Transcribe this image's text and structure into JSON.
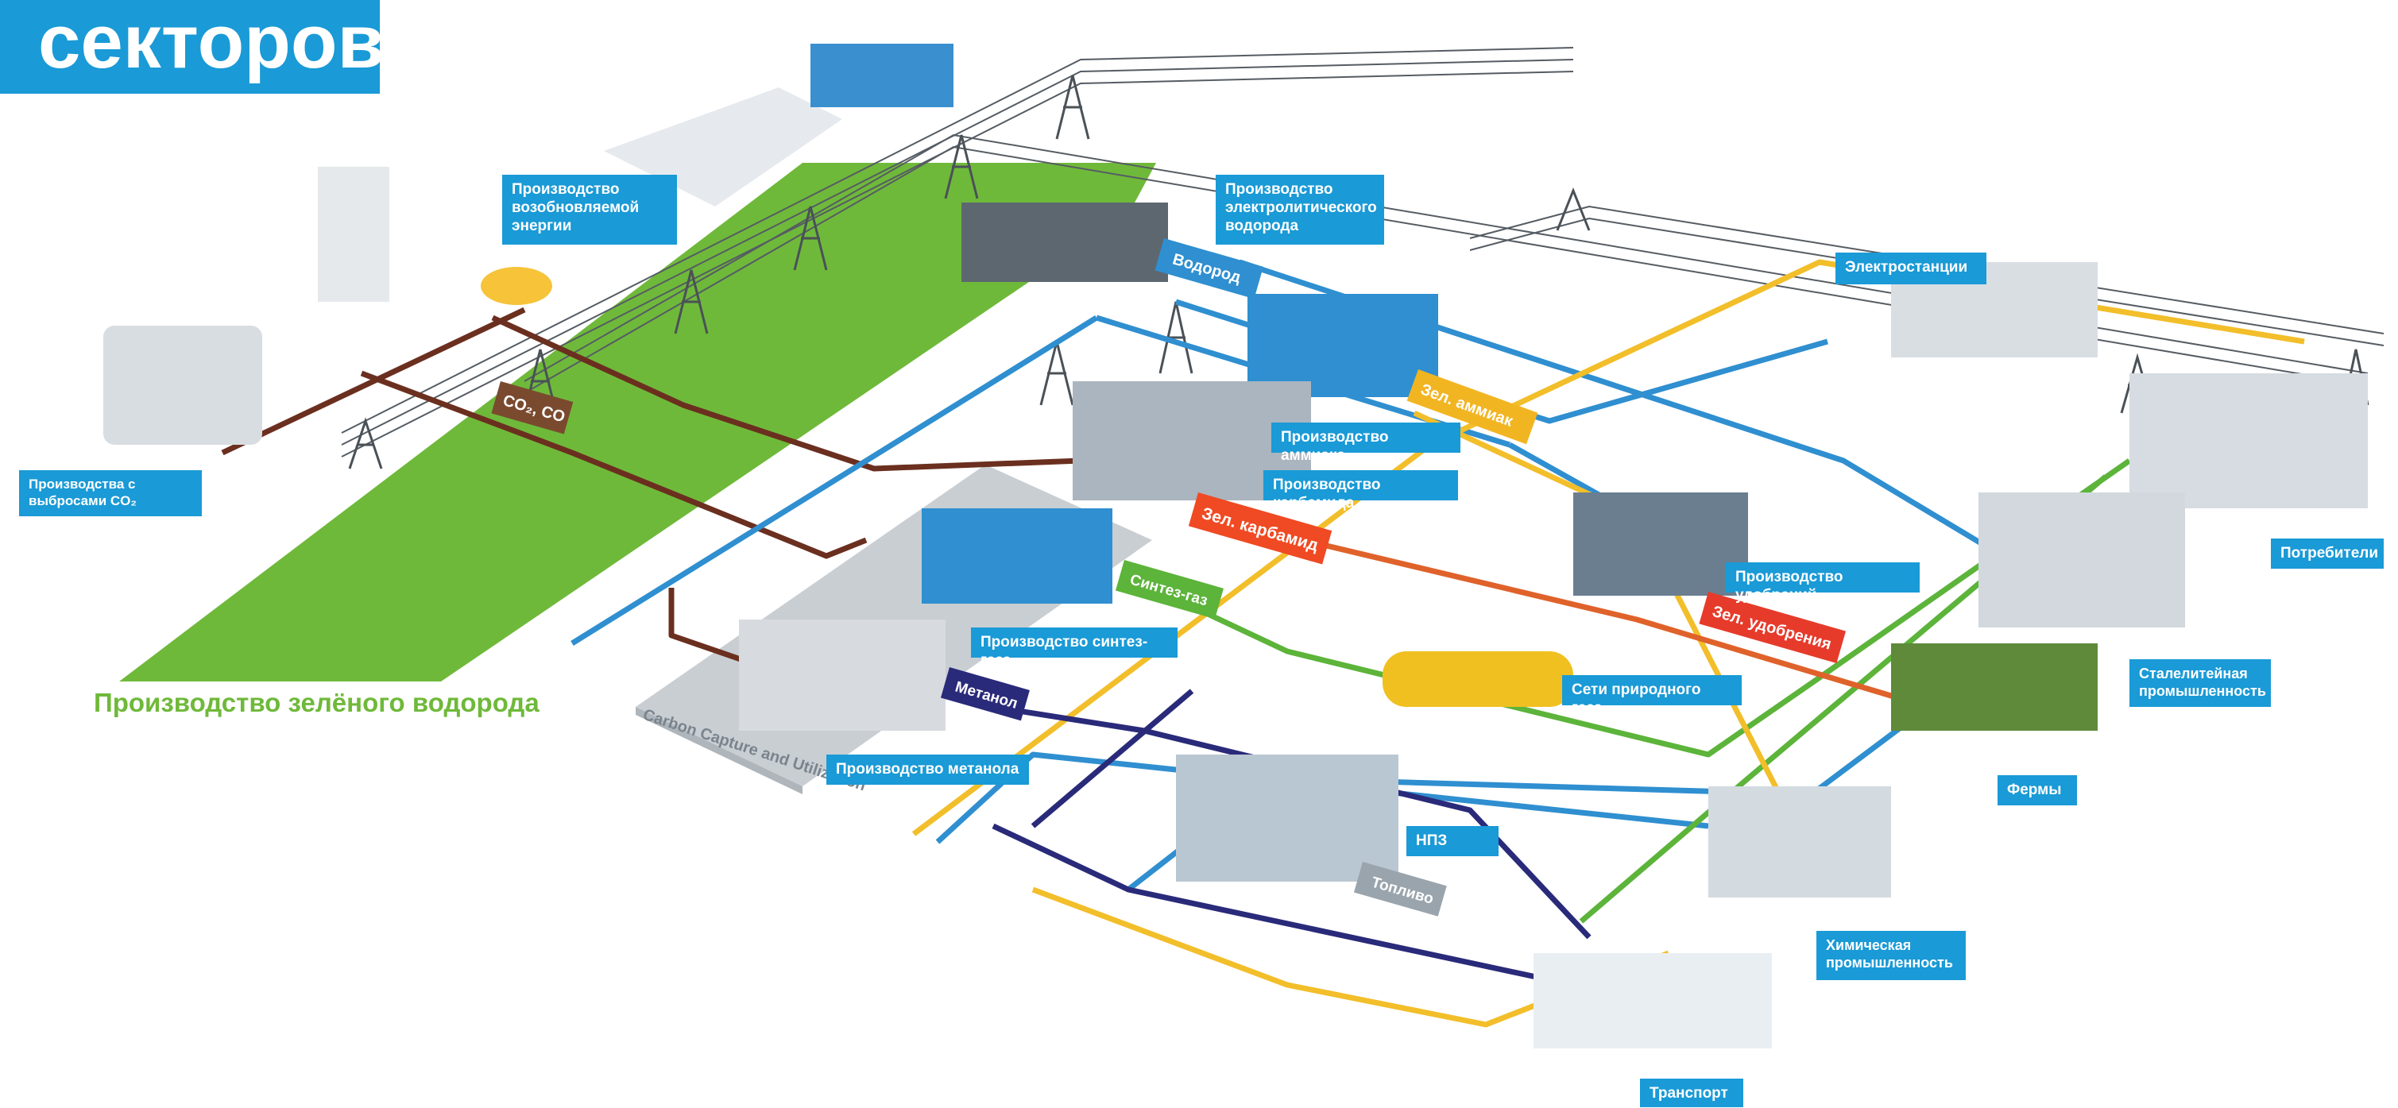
{
  "title": "секторов",
  "green_zone_caption": "Производство зелёного водорода",
  "ccu_label": "Carbon Capture and Utilization",
  "colors": {
    "accent_blue": "#1a9ad6",
    "green_zone": "#6fb93a",
    "pipe_blue": "#2f8fd0",
    "pipe_yellow": "#f2be2a",
    "pipe_green": "#5cb43a",
    "pipe_orange": "#e0622b",
    "pipe_brown": "#6b2f1f",
    "pipe_navy": "#2a2a7a",
    "pipe_grey": "#9aa4ad"
  },
  "labels": {
    "co2_emitters": "Производства с выбросами CO₂",
    "renewable": "Производство возобновляемой энергии",
    "electrolysis": "Производство электролитического водорода",
    "power_plants": "Электростанции",
    "ammonia_plant": "Производство аммиака",
    "urea_plant": "Производство карбамида",
    "fertilizer_plant": "Производство удобрений",
    "syngas_plant": "Производство синтез-газа",
    "gas_network": "Сети природного газа",
    "methanol_plant": "Производство метанола",
    "refinery": "НПЗ",
    "consumers": "Потребители",
    "steel": "Сталелитейная промышленность",
    "farms": "Фермы",
    "chemical": "Химическая промышленность",
    "transport": "Транспорт"
  },
  "flow_tags": {
    "hydrogen": "Водород",
    "co2_co": "CO₂, CO",
    "green_ammonia": "Зел. аммиак",
    "green_urea": "Зел. карбамид",
    "syngas": "Синтез-газ",
    "green_fertilizers": "Зел. удобрения",
    "methanol": "Метанол",
    "fuel": "Топливо"
  }
}
